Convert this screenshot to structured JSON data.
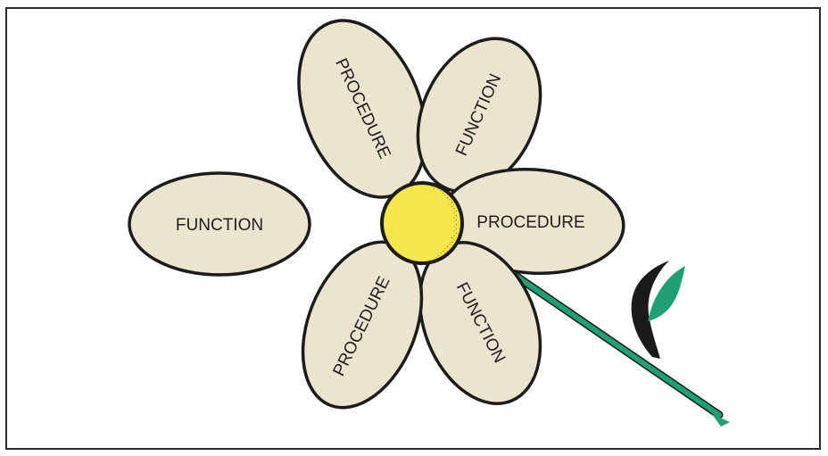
{
  "colors": {
    "petal_fill": "#ede4d0",
    "outline": "#1c1c1c",
    "flower_center": "#f7e64a",
    "stem": "#1fa072",
    "background": "#fbfbf9"
  },
  "petals": [
    {
      "label": "PROCEDURE"
    },
    {
      "label": "FUNCTION"
    },
    {
      "label": "PROCEDURE"
    },
    {
      "label": "FUNCTION"
    },
    {
      "label": "PROCEDURE"
    }
  ],
  "detached_petal": {
    "label": "FUNCTION"
  }
}
